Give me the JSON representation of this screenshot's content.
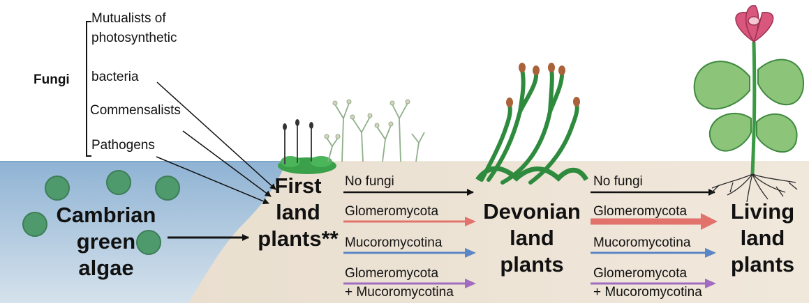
{
  "fungi_panel": {
    "title": "Fungi",
    "items": [
      "Mutualists of",
      "photosynthetic",
      "bacteria",
      "Commensalists",
      "Pathogens"
    ]
  },
  "stages": {
    "cambrian": [
      "Cambrian",
      "green",
      "algae"
    ],
    "first": [
      "First",
      "land",
      "plants**"
    ],
    "devonian": [
      "Devonian",
      "land",
      "plants"
    ],
    "living": [
      "Living",
      "land",
      "plants"
    ]
  },
  "arrow_labels": {
    "no_fungi": "No fungi",
    "glomero": "Glomeromycota",
    "mucoro": "Mucoromycotina",
    "both_1": "Glomeromycota",
    "both_2": "+ Mucoromycotina"
  },
  "colors": {
    "no_fungi": "#111111",
    "glomero": "#e2736c",
    "mucoro": "#5b86c6",
    "both": "#a06cc0",
    "water": "#b7cde0",
    "land": "#eee3d3",
    "plant_green": "#3aa04a",
    "algae": "#4f9a6d",
    "flower": "#d9577c"
  }
}
